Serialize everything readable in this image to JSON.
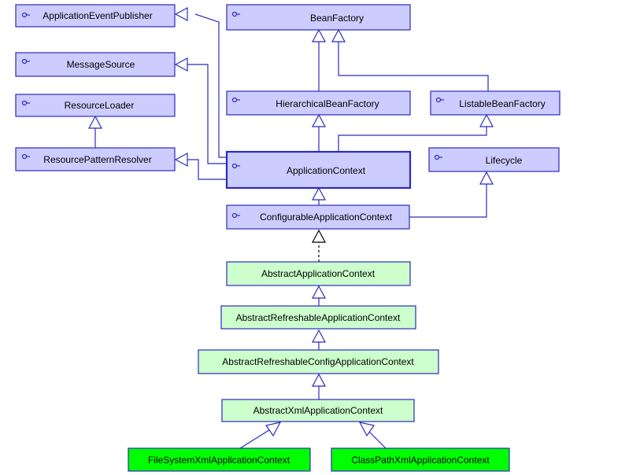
{
  "diagram": {
    "nodes": {
      "application_event_publisher": "ApplicationEventPublisher",
      "message_source": "MessageSource",
      "resource_loader": "ResourceLoader",
      "resource_pattern_resolver": "ResourcePatternResolver",
      "bean_factory": "BeanFactory",
      "hierarchical_bean_factory": "HierarchicalBeanFactory",
      "listable_bean_factory": "ListableBeanFactory",
      "application_context": "ApplicationContext",
      "lifecycle": "Lifecycle",
      "configurable_application_context": "ConfigurableApplicationContext",
      "abstract_application_context": "AbstractApplicationContext",
      "abstract_refreshable_application_context": "AbstractRefreshableApplicationContext",
      "abstract_refreshable_config_application_context": "AbstractRefreshableConfigApplicationContext",
      "abstract_xml_application_context": "AbstractXmlApplicationContext",
      "file_system_xml_application_context": "FileSystemXmlApplicationContext",
      "class_path_xml_application_context": "ClassPathXmlApplicationContext"
    },
    "colors": {
      "interface_fill": "#ccccff",
      "abstract_fill": "#ccffcc",
      "concrete_fill": "#00ff00",
      "stroke": "#2b2bbf"
    },
    "icons": {
      "interface": "interface-lollipop-icon"
    }
  }
}
